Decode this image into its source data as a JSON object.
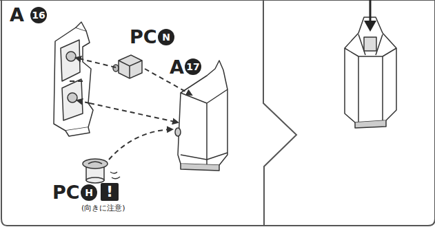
{
  "diagram": {
    "labels": [
      "A",
      "16",
      "PC",
      "N",
      "A",
      "17",
      "PC",
      "H",
      "!",
      "(向きに注意)"
    ]
  }
}
